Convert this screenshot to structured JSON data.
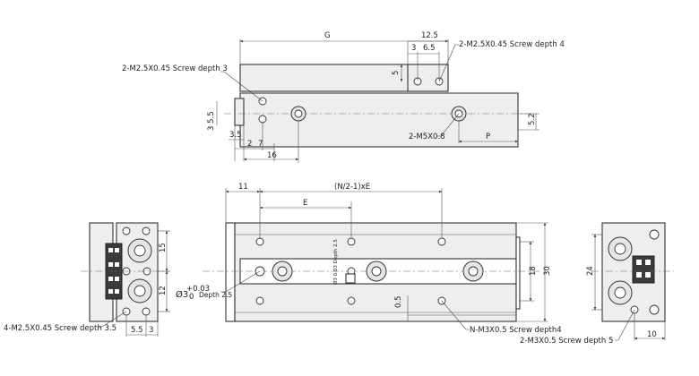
{
  "top_view": {
    "dim_g": "G",
    "dim_12_5": "12.5",
    "dim_3": "3",
    "dim_6_5": "6.5",
    "dim_5": "5",
    "dim_3_5_5": "3 5.5",
    "dim_3_5": "3.5",
    "dim_2": "2",
    "dim_7": "7",
    "dim_16": "16",
    "dim_5_2": "5.2",
    "dim_p": "P",
    "note_screw_right": "2-M2.5X0.45 Screw depth 4",
    "note_screw_left": "2-M2.5X0.45 Screw depth 3",
    "note_m5": "2-M5X0.8"
  },
  "front_view": {
    "dim_11": "11",
    "dim_n_pitch": "(N/2-1)xE",
    "dim_e": "E",
    "dim_30": "30",
    "dim_18": "18",
    "dim_0_5": "0.5",
    "note_pin_dia": "Ø3",
    "note_pin_tol_upper": "+0.03",
    "note_pin_tol_lower": "0",
    "note_pin_depth": "Depth 2.5",
    "note_center_pin": "Ø3 0.03 Depth 2.5",
    "note_n_m3": "N-M3X0.5 Screw depth4"
  },
  "left_view": {
    "dim_15": "15",
    "dim_12": "12",
    "dim_5_5": "5.5",
    "dim_3": "3",
    "note_screw": "4-M2.5X0.45 Screw depth 3.5"
  },
  "right_view": {
    "dim_24": "24",
    "dim_10": "10",
    "note_screw": "2-M3X0.5 Screw depth 5"
  }
}
